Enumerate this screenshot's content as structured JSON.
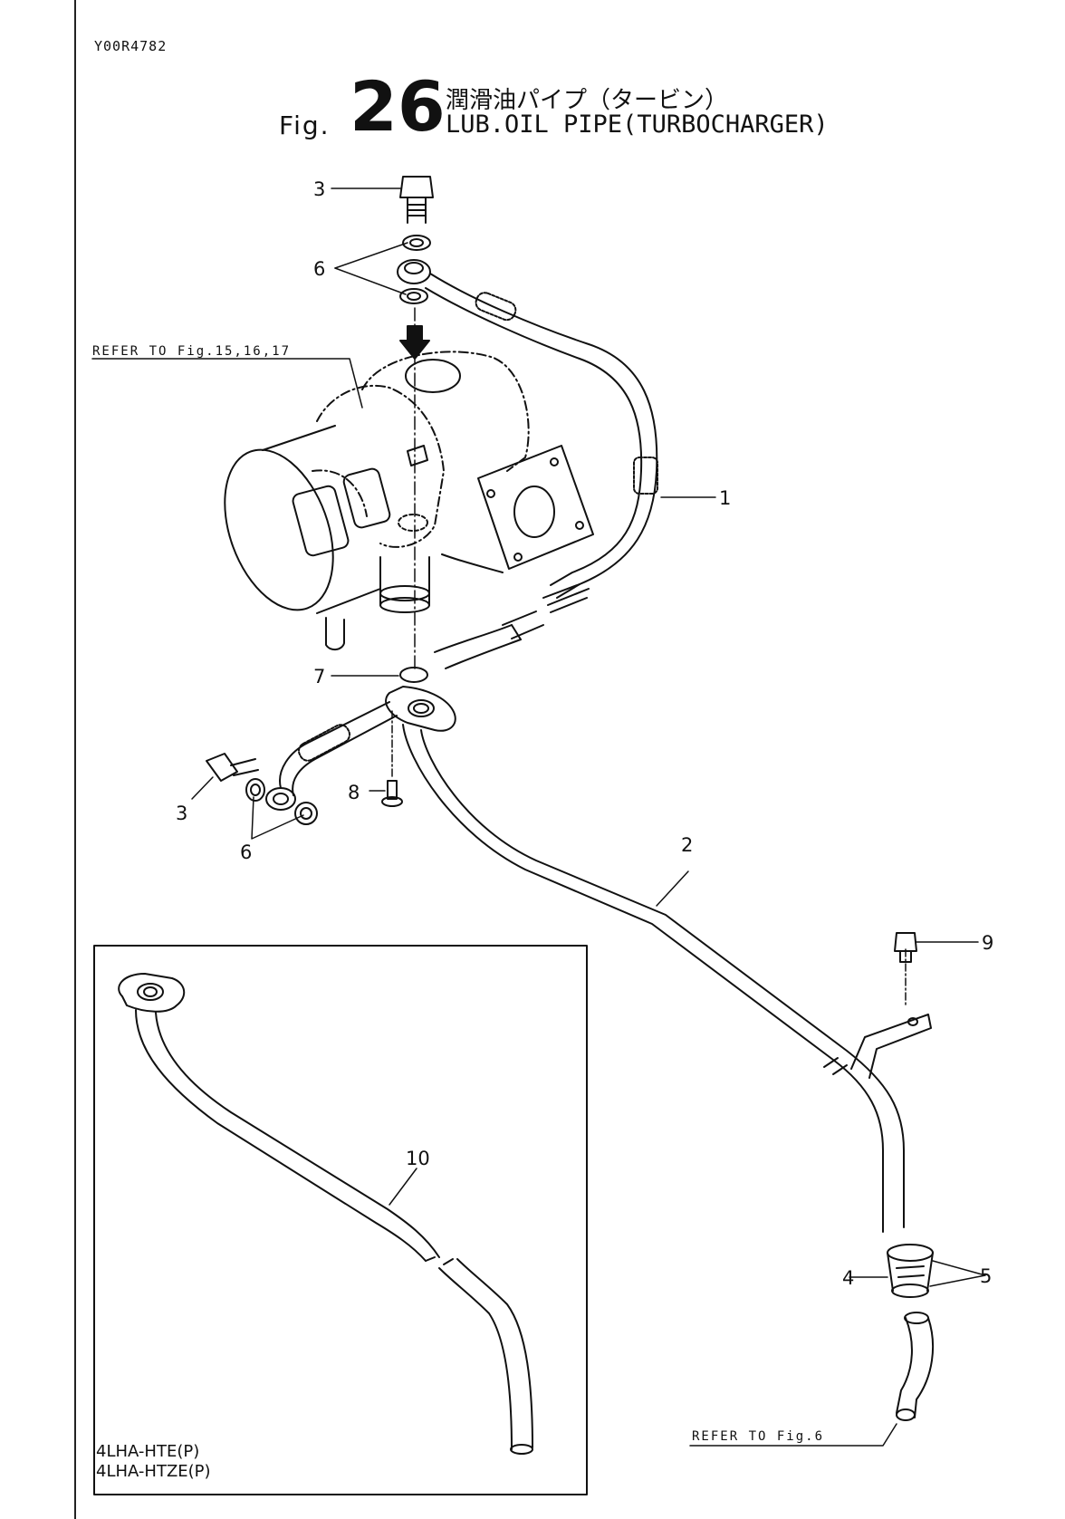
{
  "doc_id": "Y00R4782",
  "figure": {
    "prefix": "Fig.",
    "number": "26",
    "title_jp": "潤滑油パイプ（タービン）",
    "title_en": "LUB.OIL PIPE(TURBOCHARGER)"
  },
  "references": {
    "turbo": "REFER TO Fig.15,16,17",
    "elbow": "REFER TO Fig.6"
  },
  "inset_models": [
    "4LHA-HTE(P)",
    "4LHA-HTZE(P)"
  ],
  "callouts": {
    "c1": "1",
    "c2": "2",
    "c3a": "3",
    "c3b": "3",
    "c4": "4",
    "c5": "5",
    "c6a": "6",
    "c6b": "6",
    "c7": "7",
    "c8": "8",
    "c9": "9",
    "c10": "10"
  }
}
